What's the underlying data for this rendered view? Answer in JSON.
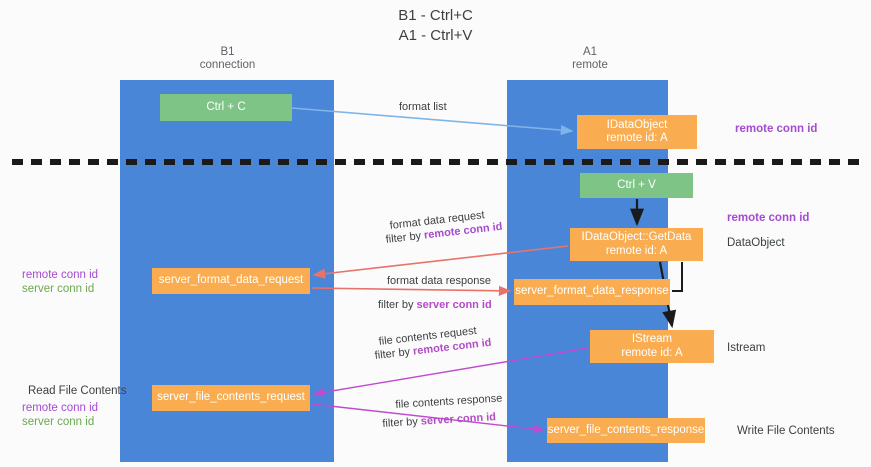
{
  "title": {
    "line1": "B1 - Ctrl+C",
    "line2": "A1 - Ctrl+V"
  },
  "columns": [
    {
      "name": "B1",
      "role": "connection"
    },
    {
      "name": "A1",
      "role": "remote"
    }
  ],
  "nodes": {
    "ctrl_c": {
      "label": "Ctrl + C",
      "color": "#7fc487"
    },
    "idataobject": {
      "line1": "IDataObject",
      "line2": "remote id: A",
      "color": "#f9ad50"
    },
    "ctrl_v": {
      "label": "Ctrl + V",
      "color": "#7fc487"
    },
    "getdata": {
      "line1": "IDataObject::GetData",
      "line2": "remote id: A",
      "color": "#f9ad50"
    },
    "server_format_data_request": {
      "label": "server_format_data_request",
      "color": "#f9ad50"
    },
    "server_format_data_response": {
      "label": "server_format_data_response",
      "color": "#f9ad50"
    },
    "istream": {
      "line1": "IStream",
      "line2": "remote id: A",
      "color": "#f9ad50"
    },
    "server_file_contents_request": {
      "label": "server_file_contents_request",
      "color": "#f9ad50"
    },
    "server_file_contents_response": {
      "label": "server_file_contents_response",
      "color": "#f9ad50"
    }
  },
  "edges": {
    "format_list": {
      "label": "format list"
    },
    "format_data_request": {
      "label": "format data request",
      "filter_prefix": "filter by ",
      "filter_id": "remote conn id"
    },
    "format_data_response": {
      "label": "format data response",
      "filter_prefix": "filter by ",
      "filter_id": "server conn id"
    },
    "file_contents_request": {
      "label": "file contents request",
      "filter_prefix": "filter by ",
      "filter_id": "remote conn id"
    },
    "file_contents_response": {
      "label": "file contents response",
      "filter_prefix": "filter by ",
      "filter_id": "server conn id"
    }
  },
  "annotations": {
    "remote_conn_id_top": "remote conn id",
    "remote_conn_id_mid": "remote conn id",
    "dataobject": "DataObject",
    "istream": "Istream",
    "write_file_contents": "Write File Contents",
    "read_file_contents": "Read File Contents",
    "remote_conn_id_left1": "remote conn id",
    "server_conn_id_left1": "server conn id",
    "remote_conn_id_left2": "remote conn id",
    "server_conn_id_left2": "server conn id"
  },
  "colors": {
    "lane": "#4a86d8",
    "node_green": "#7fc487",
    "node_orange": "#f9ad50",
    "purple_text": "#a64bd0",
    "green_text": "#6aa84f",
    "arrow_blue": "#7fb4e8",
    "arrow_red": "#e8736a",
    "arrow_magenta": "#c04bd0",
    "arrow_black": "#1a1a1a",
    "divider": "#1a1a1a",
    "background": "#fbfbfb"
  }
}
